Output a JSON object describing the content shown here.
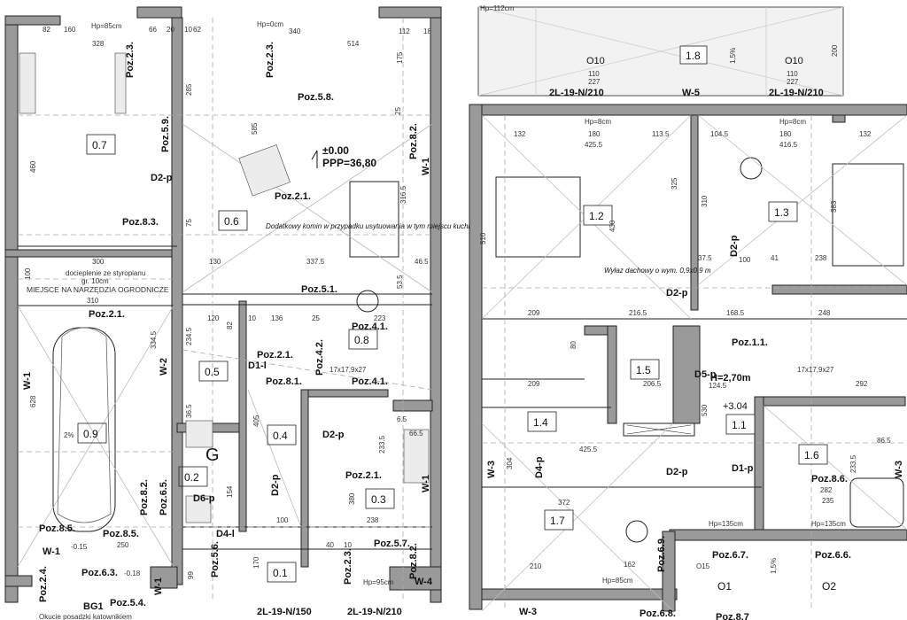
{
  "left_sheet": {
    "top_dims": [
      "82",
      "160",
      "Hp=85cm",
      "66",
      "20",
      "10",
      "62",
      "Hp=0cm",
      "340",
      "514",
      "112",
      "18",
      "328"
    ],
    "rooms": {
      "r07": "0.7",
      "r06": "0.6",
      "r05": "0.5",
      "r04": "0.4",
      "r03": "0.3",
      "r02": "0.2",
      "r01": "0.1",
      "r08": "0.8",
      "r09": "0.9",
      "garage": "G"
    },
    "poz": [
      "Poz.2.3.",
      "Poz.2.3.",
      "Poz.5.8.",
      "Poz.5.9.",
      "Poz.8.2.",
      "Poz.2.1.",
      "Poz.8.3.",
      "Poz.5.1.",
      "Poz.2.1.",
      "Poz.4.1.",
      "Poz.2.1.",
      "Poz.4.2.",
      "Poz.8.1.",
      "Poz.4.1.",
      "Poz.2.1.",
      "Poz.8.2.",
      "Poz.6.5.",
      "Poz.8.5.",
      "Poz.8.5.",
      "Poz.5.6.",
      "Poz.2.3.",
      "Poz.5.7.",
      "Poz.8.2.",
      "Poz.2.4.",
      "Poz.6.3.",
      "Poz.5.4."
    ],
    "walls": [
      "W-1",
      "W-1",
      "W-2",
      "W-1",
      "W-1",
      "W-1",
      "W-4"
    ],
    "doors": [
      "D2-p",
      "D1-l",
      "D2-p",
      "D2-p",
      "D6-p",
      "D4-l"
    ],
    "level": {
      "zero": "±0.00",
      "ppp": "PPP=36,80"
    },
    "notes": {
      "chimney": "Dodatkowy komin w przypadku usytuowania w tym miejscu kuchni",
      "insulation_1": "docieplenie ze styropianu",
      "insulation_2": "gr. 10cm",
      "tools": "MIEJSCE NA NARZĘDZIA OGRODNICZE",
      "bg": "BG1",
      "bottom": "Okucie posadzki katownikiem",
      "stairs": "17x17,9x27",
      "garage_slope": "2%"
    },
    "windows": [
      "2L-19-N/150",
      "2L-19-N/210"
    ],
    "dims": [
      "460",
      "300",
      "310",
      "585",
      "337.5",
      "130",
      "46.5",
      "53.5",
      "628",
      "334.5",
      "120",
      "10",
      "136",
      "25",
      "223",
      "234.5",
      "82",
      "405",
      "233.5",
      "6.5",
      "66.5",
      "380",
      "238",
      "100",
      "250",
      "40",
      "10",
      "Hp=95cm",
      "-0.15",
      "-0.18",
      "36.5",
      "154",
      "170",
      "99",
      "316.5",
      "175",
      "285",
      "100",
      "25",
      "75"
    ]
  },
  "right_sheet": {
    "top": {
      "hp": "Hp=112cm",
      "r18": "1.8",
      "o10": "O10",
      "slope": "1,5%",
      "dims": [
        "110",
        "227",
        "200"
      ]
    },
    "rooms": {
      "r12": "1.2",
      "r13": "1.3",
      "r15": "1.5",
      "r14": "1.4",
      "r11": "1.1",
      "r16": "1.6",
      "r17": "1.7",
      "o1": "O1",
      "o2": "O2"
    },
    "windows": [
      "2L-19-N/210",
      "W-5",
      "2L-19-N/210"
    ],
    "walls": [
      "W-3",
      "W-3",
      "W-3"
    ],
    "poz": [
      "Poz.1.1.",
      "Poz.8.6.",
      "Poz.6.7.",
      "Poz.6.6.",
      "Poz.6.9.",
      "Poz.6.8.",
      "Poz.8.7"
    ],
    "doors": [
      "D2-p",
      "D2-p",
      "D5-p",
      "D4-p",
      "D1-p",
      "D2-p"
    ],
    "height": "H=2,70m",
    "level": "+3.04",
    "note": "Wyłaz dachowy o wym. 0,9x0,9 m",
    "dims": [
      "132",
      "180",
      "425.5",
      "113.5",
      "104.5",
      "180",
      "416.5",
      "132",
      "Hp=8cm",
      "Hp=8cm",
      "510",
      "430",
      "325",
      "310",
      "383",
      "37.5",
      "100",
      "41",
      "238",
      "209",
      "216.5",
      "168.5",
      "248",
      "209",
      "206.5",
      "124.5",
      "292",
      "425.5",
      "372",
      "304",
      "530",
      "233.5",
      "282",
      "235",
      "Hp=135cm",
      "Hp=135cm",
      "Hp=85cm",
      "162",
      "210",
      "80",
      "86.5",
      "17x17,9x27",
      "O15",
      "1,5%"
    ]
  },
  "colors": {
    "wall_fill": "#9a9a9a",
    "line": "#222222",
    "light": "#b8b8b8"
  }
}
